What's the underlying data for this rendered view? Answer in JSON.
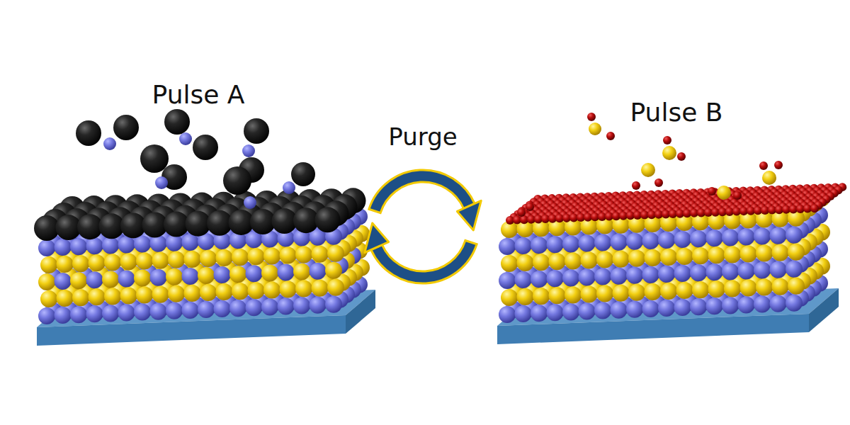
{
  "diagram": {
    "labels": [
      "Pulse A",
      "Purge",
      "Pulse B"
    ]
  }
}
